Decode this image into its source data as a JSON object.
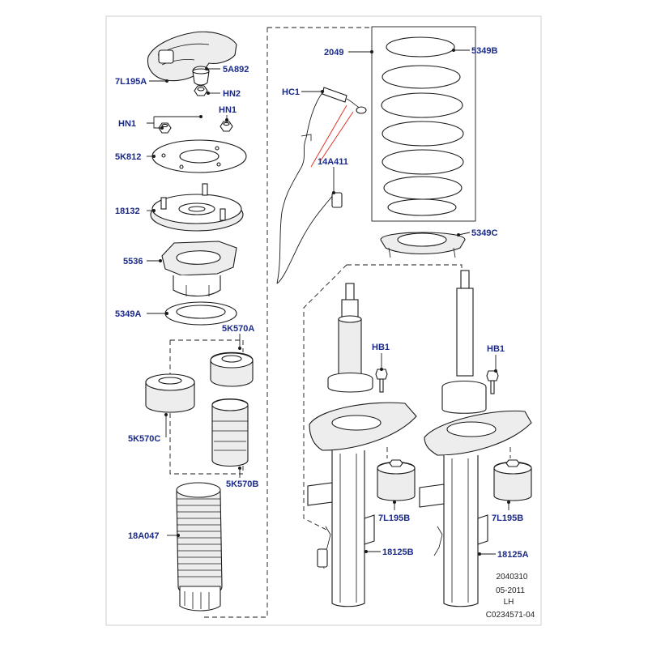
{
  "labels": {
    "l_7L195A": "7L195A",
    "l_5A892": "5A892",
    "l_HN2": "HN2",
    "l_HN1_left": "HN1",
    "l_HN1_right": "HN1",
    "l_5K812": "5K812",
    "l_18132": "18132",
    "l_5536": "5536",
    "l_5349A": "5349A",
    "l_5K570A": "5K570A",
    "l_5K570C": "5K570C",
    "l_5K570B": "5K570B",
    "l_18A047": "18A047",
    "l_2049": "2049",
    "l_5349B": "5349B",
    "l_HC1": "HC1",
    "l_14A411": "14A411",
    "l_5349C": "5349C",
    "l_HB1_left": "HB1",
    "l_HB1_right": "HB1",
    "l_7L195B_left": "7L195B",
    "l_7L195B_right": "7L195B",
    "l_18125B": "18125B",
    "l_18125A": "18125A"
  },
  "info_block": {
    "line1": "2040310",
    "line2": "05-2011",
    "line3": "LH",
    "line4": "C0234571-04"
  },
  "colors": {
    "label": "#1a2a8a",
    "line": "#1a1a1a",
    "highlight_leader": "#e0352b",
    "frame": "#cfcfcf"
  }
}
